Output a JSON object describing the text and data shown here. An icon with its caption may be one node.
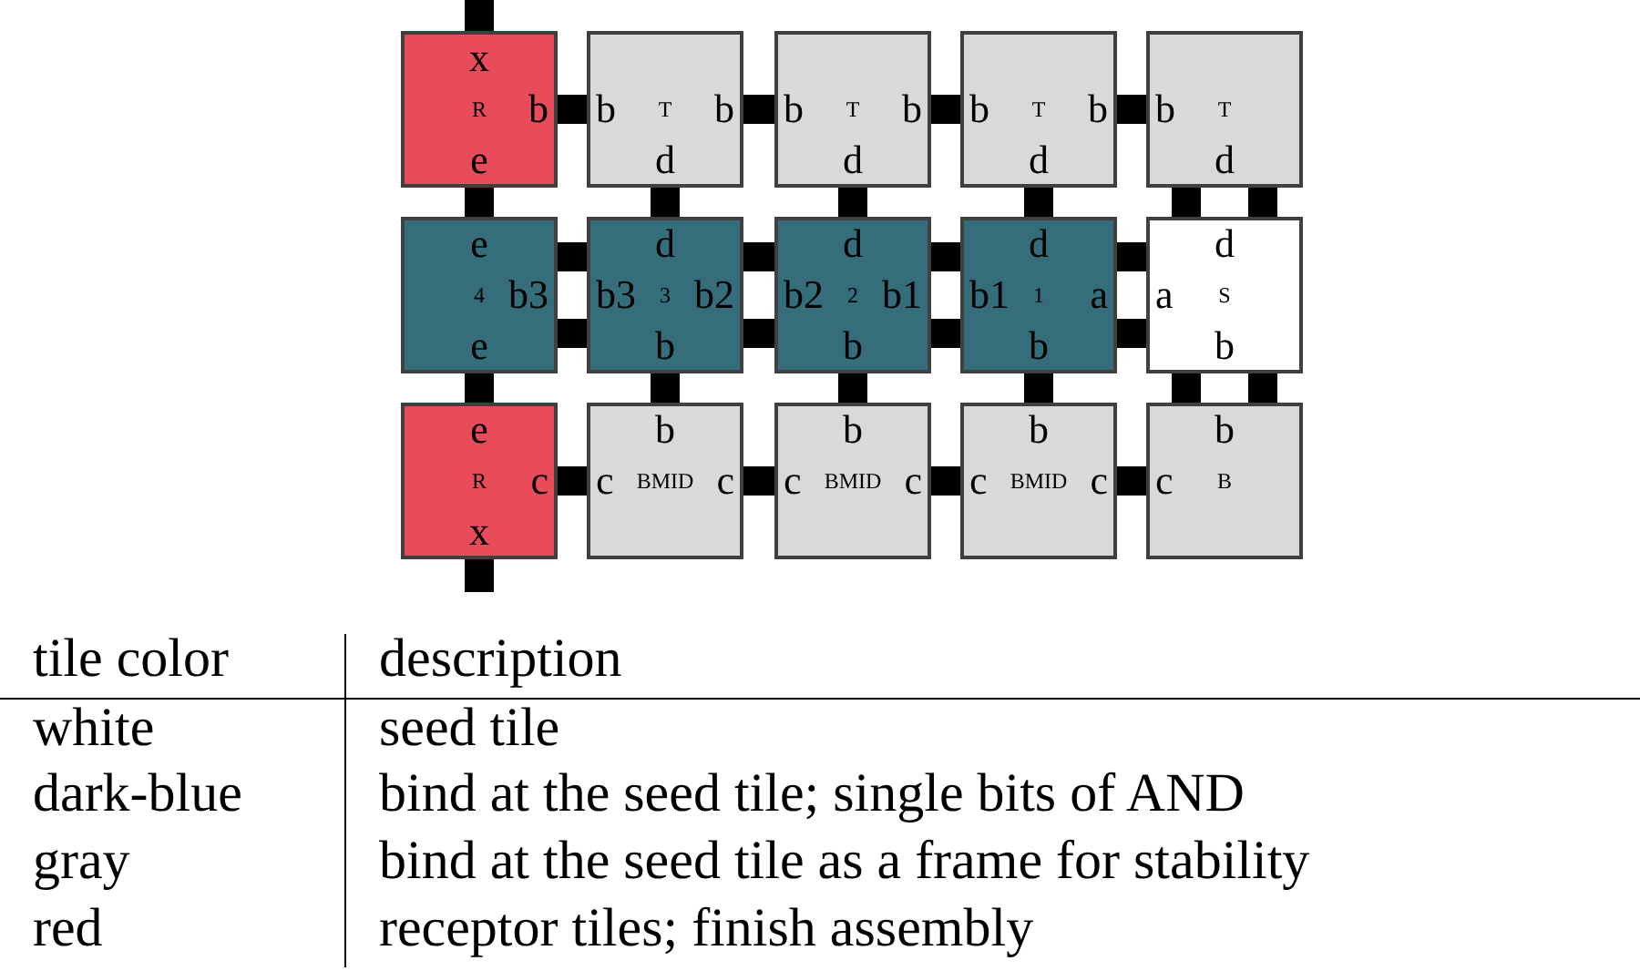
{
  "diagram": {
    "nodes": [
      {
        "text": [
          "x",
          "R",
          "b",
          "e"
        ]
      },
      {
        "text": [
          "b",
          "T",
          "b",
          "d"
        ]
      },
      {
        "text": [
          "b",
          "T",
          "b",
          "d"
        ]
      },
      {
        "text": [
          "b",
          "T",
          "b",
          "d"
        ]
      },
      {
        "text": [
          "b",
          "T",
          "d"
        ]
      },
      {
        "text": [
          "e",
          "4",
          "b3",
          "e"
        ]
      },
      {
        "text": [
          "d",
          "b3",
          "3",
          "b2",
          "b"
        ]
      },
      {
        "text": [
          "d",
          "b2",
          "2",
          "b1",
          "b"
        ]
      },
      {
        "text": [
          "d",
          "b1",
          "1",
          "a",
          "b"
        ]
      },
      {
        "text": [
          "d",
          "a",
          "S",
          "b"
        ]
      },
      {
        "text": [
          "e",
          "R",
          "c",
          "x"
        ]
      },
      {
        "text": [
          "b",
          "c",
          "BMID",
          "c"
        ]
      },
      {
        "text": [
          "b",
          "c",
          "BMID",
          "c"
        ]
      },
      {
        "text": [
          "b",
          "c",
          "BMID",
          "c"
        ]
      },
      {
        "text": [
          "b",
          "c",
          "B"
        ]
      }
    ],
    "edges": [
      {
        "from": null,
        "to": 0,
        "arrow": "none"
      },
      {
        "from": 0,
        "to": 1,
        "arrow": "none"
      },
      {
        "from": 1,
        "to": 2,
        "arrow": "none"
      },
      {
        "from": 2,
        "to": 3,
        "arrow": "none"
      },
      {
        "from": 3,
        "to": 4,
        "arrow": "none"
      },
      {
        "from": 0,
        "to": 5,
        "arrow": "none"
      },
      {
        "from": 1,
        "to": 6,
        "arrow": "none"
      },
      {
        "from": 2,
        "to": 7,
        "arrow": "none"
      },
      {
        "from": 3,
        "to": 8,
        "arrow": "none"
      },
      {
        "from": 4,
        "to": 9,
        "arrow": "none"
      },
      {
        "from": 4,
        "to": 9,
        "arrow": "none"
      },
      {
        "from": 5,
        "to": 6,
        "arrow": "none"
      },
      {
        "from": 5,
        "to": 6,
        "arrow": "none"
      },
      {
        "from": 6,
        "to": 7,
        "arrow": "none"
      },
      {
        "from": 6,
        "to": 7,
        "arrow": "none"
      },
      {
        "from": 7,
        "to": 8,
        "arrow": "none"
      },
      {
        "from": 7,
        "to": 8,
        "arrow": "none"
      },
      {
        "from": 8,
        "to": 9,
        "arrow": "none"
      },
      {
        "from": 8,
        "to": 9,
        "arrow": "none"
      },
      {
        "from": 5,
        "to": 10,
        "arrow": "none"
      },
      {
        "from": 6,
        "to": 11,
        "arrow": "none"
      },
      {
        "from": 7,
        "to": 12,
        "arrow": "none"
      },
      {
        "from": 8,
        "to": 13,
        "arrow": "none"
      },
      {
        "from": 9,
        "to": 14,
        "arrow": "none"
      },
      {
        "from": 9,
        "to": 14,
        "arrow": "none"
      },
      {
        "from": 10,
        "to": 11,
        "arrow": "none"
      },
      {
        "from": 11,
        "to": 12,
        "arrow": "none"
      },
      {
        "from": 12,
        "to": 13,
        "arrow": "none"
      },
      {
        "from": 13,
        "to": 14,
        "arrow": "none"
      },
      {
        "from": 10,
        "to": null,
        "arrow": "none"
      }
    ],
    "labels": [
      "tile color",
      "description",
      "white",
      "seed tile",
      "dark-blue",
      "bind at the seed tile; single bits of AND",
      "gray",
      "bind at the seed tile as a frame for stability",
      "red",
      "receptor tiles; finish assembly"
    ]
  }
}
